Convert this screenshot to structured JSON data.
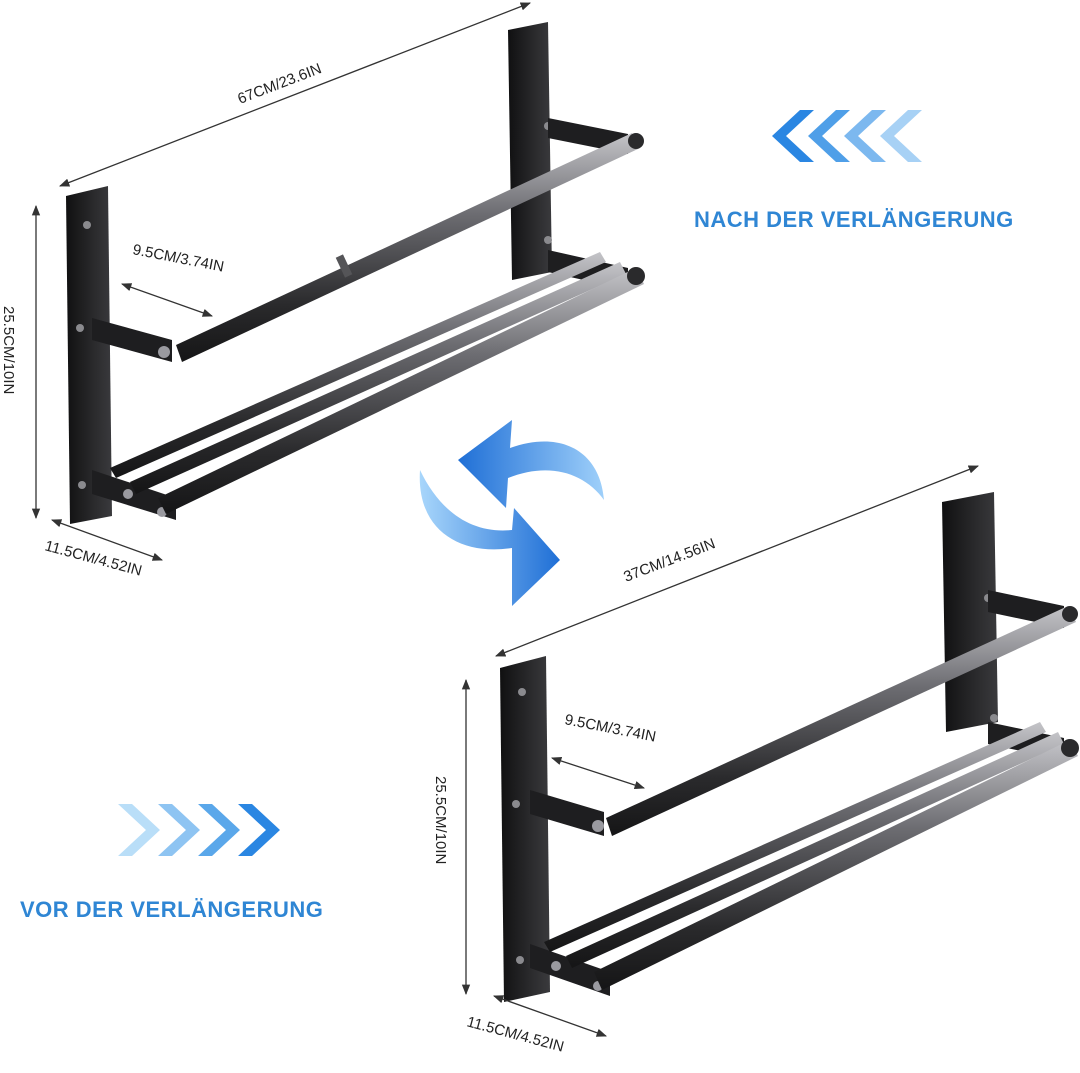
{
  "colors": {
    "accent_blue": "#2e8ce0",
    "caption_blue": "#2f86d4",
    "rack_black": "#1e1e20",
    "rod_dark": "#2a2a2c",
    "rod_light": "#8d8d92",
    "dimension_line": "#333333"
  },
  "icons": {
    "left_chevrons": "chevron-left-icon",
    "right_chevrons": "chevron-right-icon",
    "swap": "swap-arrows-icon"
  },
  "captions": {
    "after_extension": "NACH DER VERLÄNGERUNG",
    "before_extension": "VOR DER VERLÄNGERUNG"
  },
  "rack_extended": {
    "width_label": "67CM/23.6IN",
    "spacing_label": "9.5CM/3.74IN",
    "height_label": "25.5CM/10IN",
    "depth_label": "11.5CM/4.52IN"
  },
  "rack_compact": {
    "width_label": "37CM/14.56IN",
    "spacing_label": "9.5CM/3.74IN",
    "height_label": "25.5CM/10IN",
    "depth_label": "11.5CM/4.52IN"
  }
}
